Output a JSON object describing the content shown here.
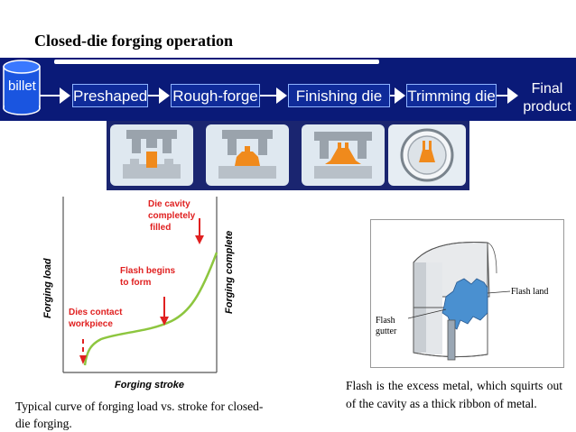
{
  "title": "Closed-die forging operation",
  "process": {
    "billet_label": "billet",
    "steps": [
      "Preshaped",
      "Rough-forge",
      "Finishing die",
      "Trimming die"
    ],
    "final_line1": "Final",
    "final_line2": "product"
  },
  "chart": {
    "xlabel": "Forging stroke",
    "ylabel": "Forging load",
    "right_label": "Forging  complete",
    "annotations": {
      "dies_contact_1": "Dies contact",
      "dies_contact_2": "workpiece",
      "flash_begins_1": "Flash begins",
      "flash_begins_2": "to form",
      "die_cavity_1": "Die cavity",
      "die_cavity_2": "completely",
      "die_cavity_3": "filled"
    }
  },
  "flash_figure": {
    "flash_land": "Flash land",
    "flash_gutter_1": "Flash",
    "flash_gutter_2": "gutter"
  },
  "captions": {
    "left": "Typical curve of forging load vs. stroke for closed-die forging.",
    "right": "Flash is the excess metal, which squirts out of the cavity as a thick ribbon of metal."
  },
  "colors": {
    "banner": "#0a1a78",
    "curve": "#8dc63f",
    "annotation": "#e02020",
    "metal": "#f08a1c"
  }
}
